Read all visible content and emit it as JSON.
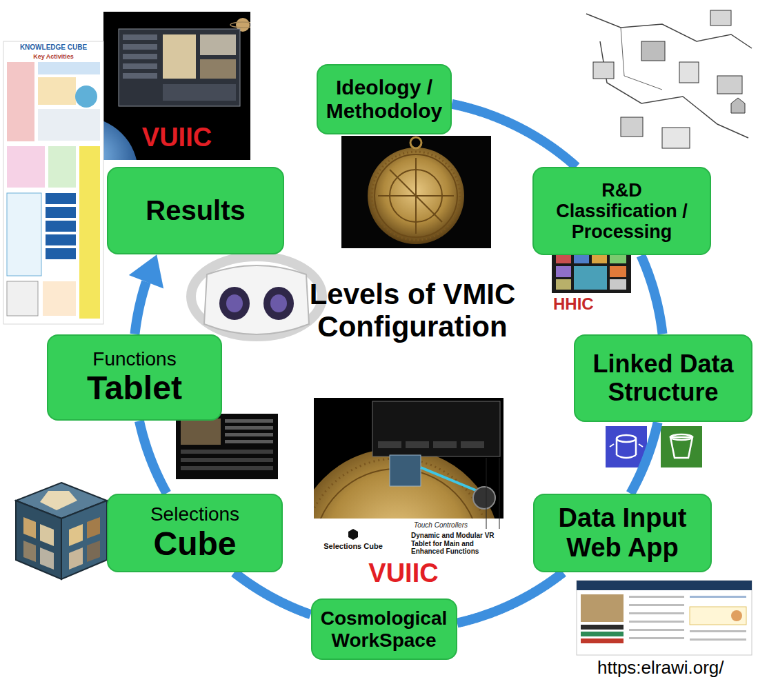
{
  "diagram": {
    "title": "Levels of VMIC Configuration",
    "nodes": [
      {
        "text": [
          "Ideology / Methodoloy"
        ]
      },
      {
        "text": [
          "R&D Classification / Processing"
        ]
      },
      {
        "text": [
          "Linked Data Structure"
        ]
      },
      {
        "text": [
          "Data Input Web App"
        ]
      },
      {
        "text": [
          "Cosmological WorkSpace"
        ]
      },
      {
        "text": [
          "Selections",
          "Cube"
        ]
      },
      {
        "text": [
          "Functions",
          "Tablet"
        ]
      },
      {
        "text": [
          "Results"
        ]
      }
    ],
    "edges": [
      {
        "from": 0,
        "to": 1,
        "arrow": "none"
      },
      {
        "from": 1,
        "to": 2,
        "arrow": "none"
      },
      {
        "from": 2,
        "to": 3,
        "arrow": "none"
      },
      {
        "from": 3,
        "to": 4,
        "arrow": "none"
      },
      {
        "from": 4,
        "to": 5,
        "arrow": "none"
      },
      {
        "from": 5,
        "to": 6,
        "arrow": "none"
      },
      {
        "from": 6,
        "to": 7,
        "arrow": "to"
      }
    ],
    "labels": [
      "VUIIC",
      "KNOWLEDGE CUBE",
      "Key Activities",
      "HHIC",
      "Selections Cube",
      "Touch Controllers",
      "Dynamic and Modular VR Tablet for Main and Enhanced Functions",
      "VUIIC",
      "https:elrawi.org/"
    ]
  }
}
